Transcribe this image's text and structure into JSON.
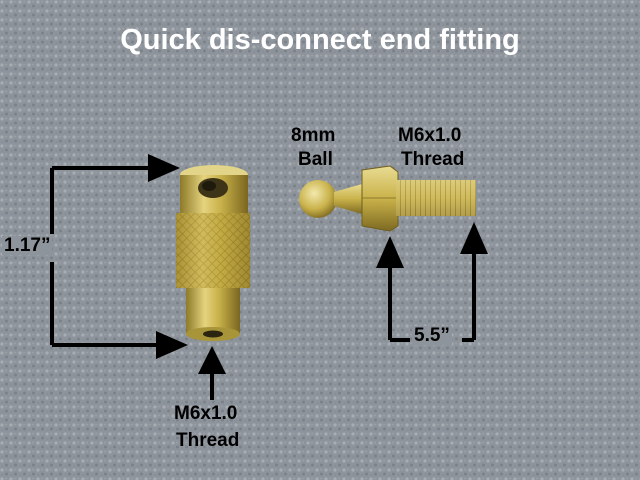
{
  "title": "Quick dis-connect end fitting",
  "labels": {
    "ball_line1": "8mm",
    "ball_line2": "Ball",
    "stud_thread_line1": "M6x1.0",
    "stud_thread_line2": "Thread",
    "bottom_thread_line1": "M6x1.0",
    "bottom_thread_line2": "Thread",
    "left_dimension": "1.17”",
    "right_dimension": "5.5”"
  },
  "colors": {
    "background_towel": "#8e949b",
    "brass": "#c9b24a",
    "title_text": "#ffffff",
    "annotation": "#000000"
  },
  "icons": {
    "fitting": "knurled-socket-fitting",
    "ball_stud": "ball-stud"
  }
}
